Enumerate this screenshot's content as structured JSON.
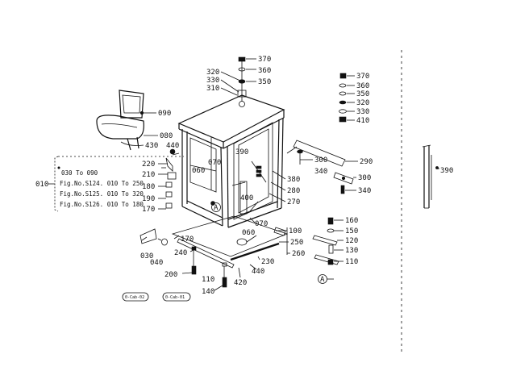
{
  "labels": {
    "l370a": "370",
    "l360a": "360",
    "l350a": "350",
    "l320a": "320",
    "l330a": "330",
    "l310": "310",
    "l090": "090",
    "l080": "080",
    "l430": "430",
    "l440": "440",
    "l220": "220",
    "l210": "210",
    "l180": "180",
    "l190": "190",
    "l170a": "170",
    "l060a": "060",
    "l070a": "070",
    "l390a": "390",
    "l380": "380",
    "l280": "280",
    "l270": "270",
    "l400": "400",
    "l070b": "070",
    "l370b": "370",
    "l360b": "360",
    "l350b": "350",
    "l320b": "320",
    "l330b": "330",
    "l410": "410",
    "l290": "290",
    "l300a": "300",
    "l340a": "340",
    "l300b": "300",
    "l340b": "340",
    "l100": "100",
    "l060b": "060",
    "l250": "250",
    "l260": "260",
    "l230": "230",
    "l440b": "440",
    "l420": "420",
    "l170b": "170",
    "l030": "030",
    "l040": "040",
    "l240": "240",
    "l200": "200",
    "l110a": "110",
    "l140": "140",
    "l160": "160",
    "l150": "150",
    "l120": "120",
    "l130": "130",
    "l110b": "110",
    "l390b": "390",
    "l010": "010"
  },
  "ref_box": {
    "line1": "030 To 090",
    "line2": "Fig.No.S124. 010 To 250",
    "line3": "Fig.No.S125. 010 To 320",
    "line4": "Fig.No.S126. 010 To 180"
  },
  "marker_a": "A",
  "stamp_left": "0-Cab-01",
  "stamp_right": "0-Cab-02"
}
